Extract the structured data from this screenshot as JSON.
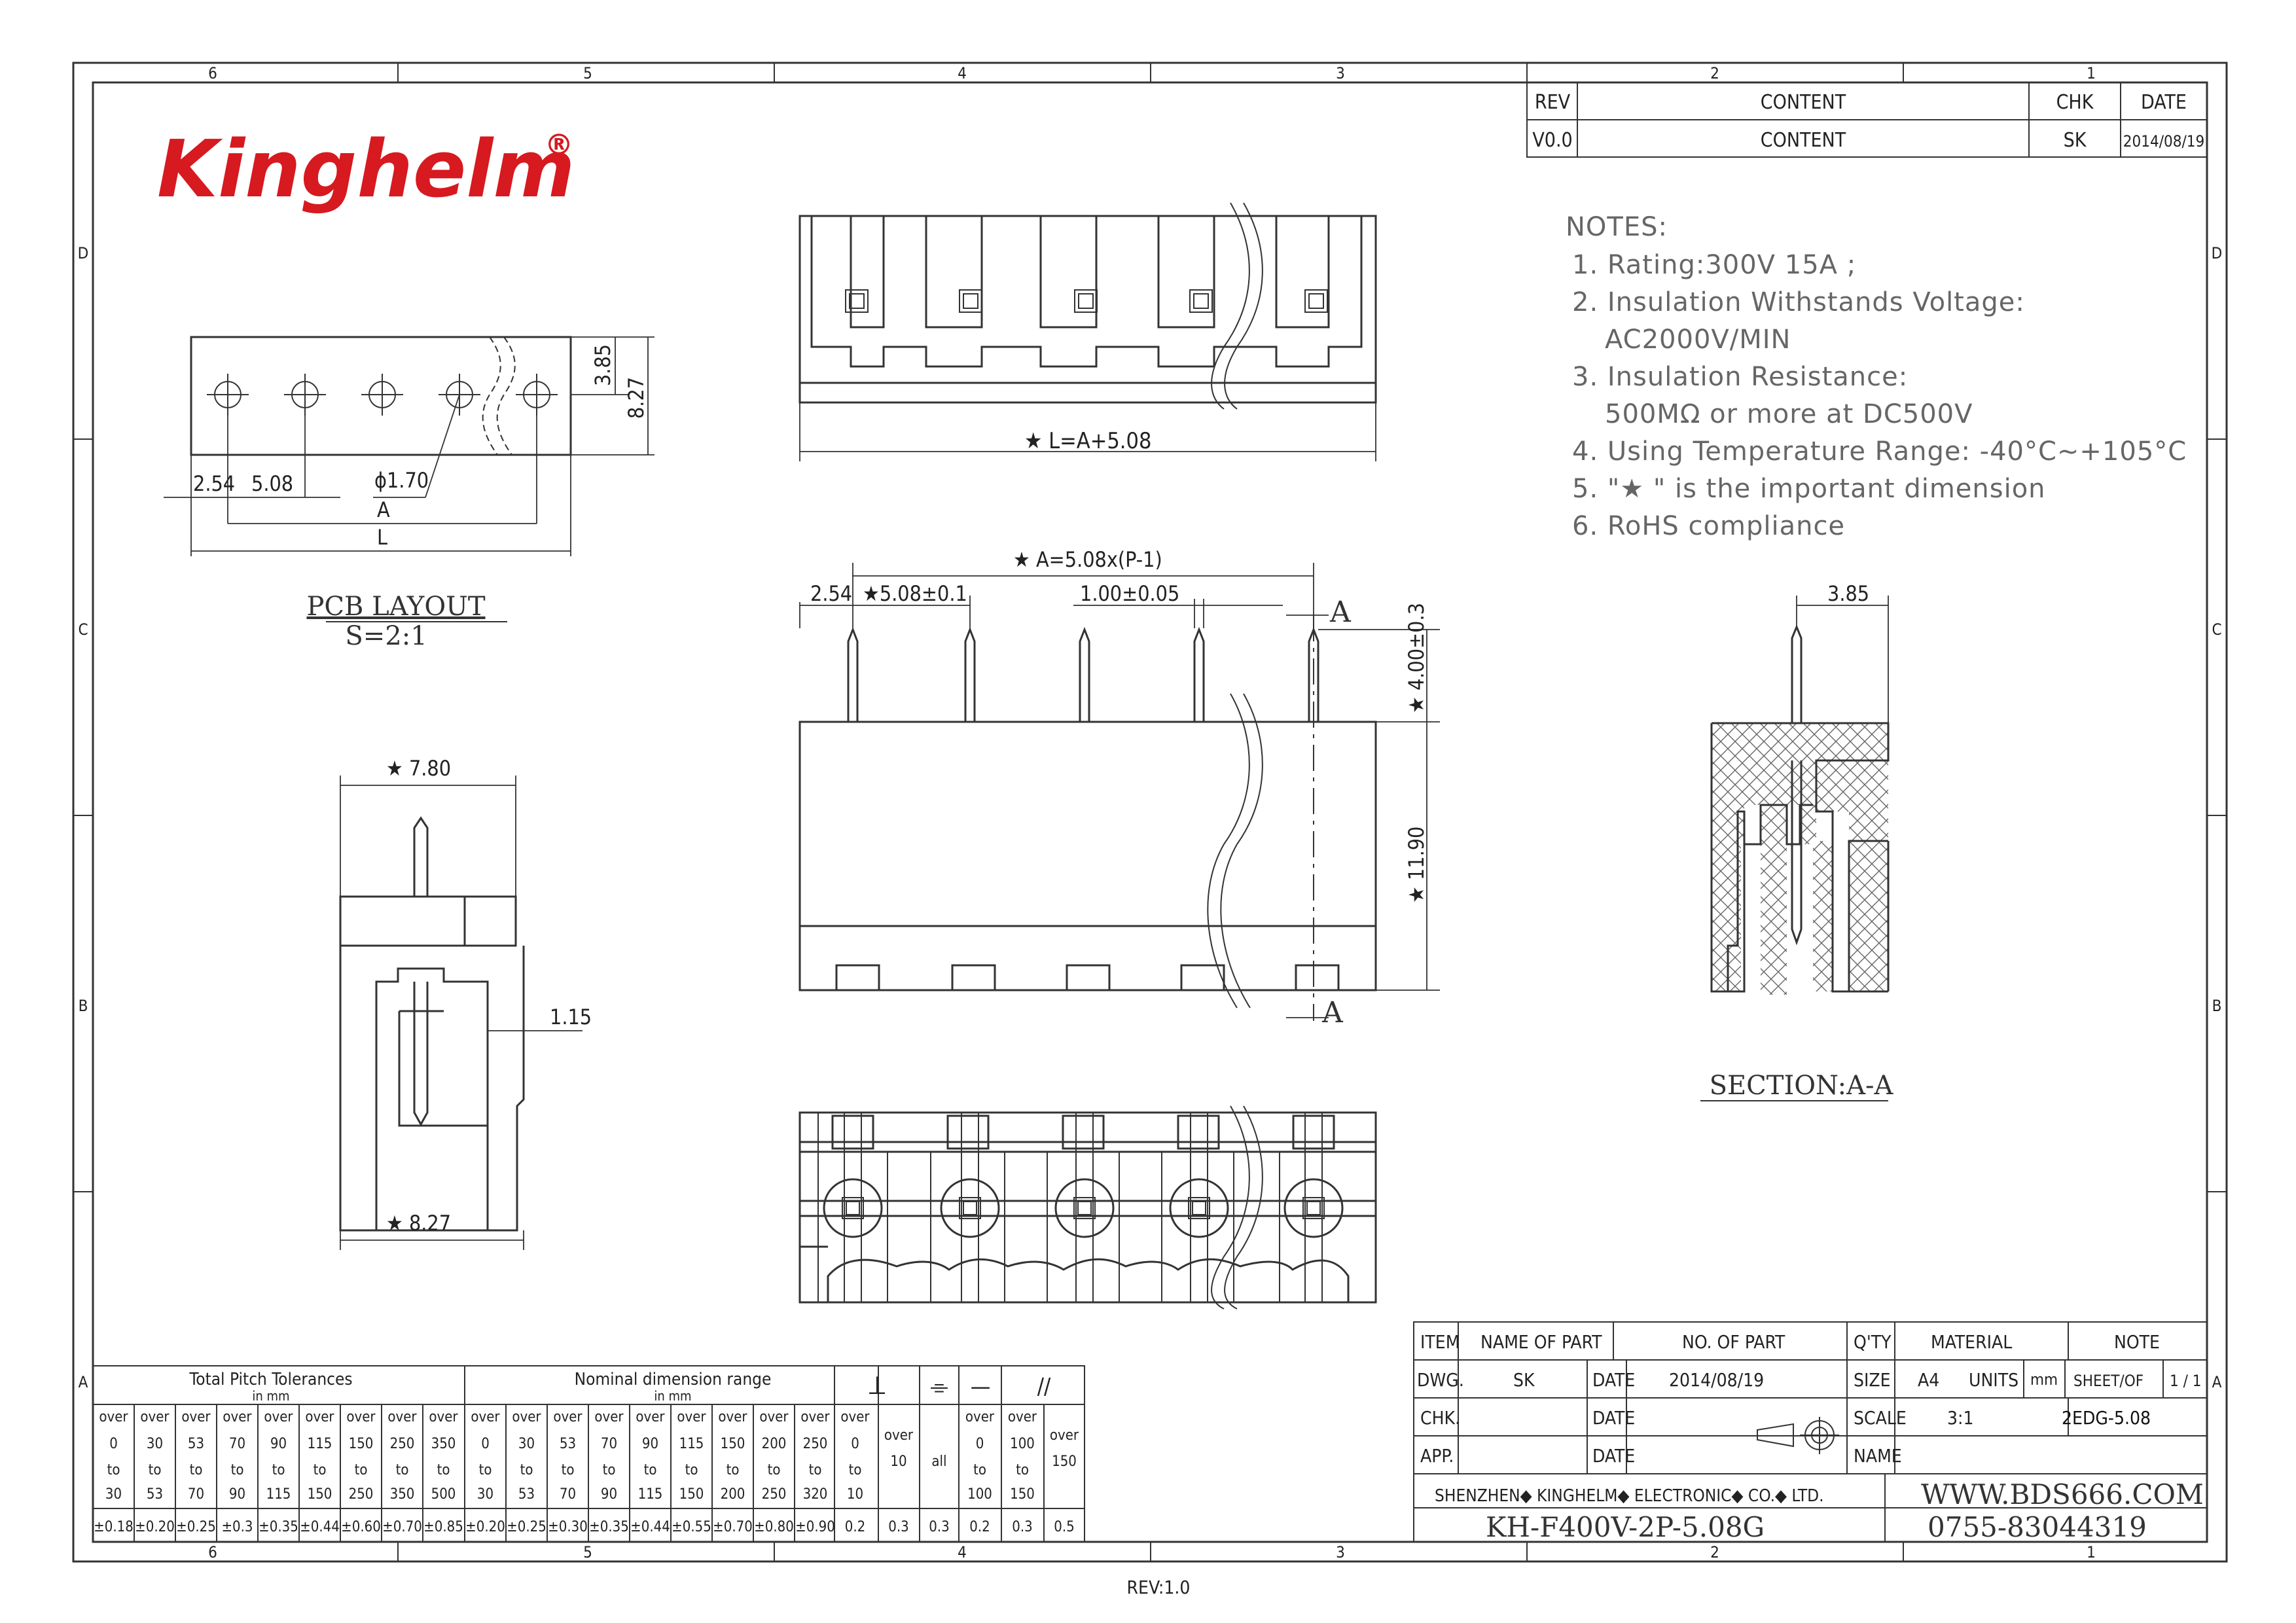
{
  "border_labels": {
    "columns": [
      "6",
      "5",
      "4",
      "3",
      "2",
      "1"
    ],
    "rows": [
      "D",
      "C",
      "B",
      "A"
    ],
    "footer": "REV:1.0"
  },
  "logo": {
    "text": "Kinghelm",
    "reg": "®",
    "color": "#d71920"
  },
  "rev_table": {
    "headers": [
      "REV",
      "CONTENT",
      "CHK",
      "DATE"
    ],
    "row": [
      "V0.0",
      "CONTENT",
      "SK",
      "2014/08/19"
    ]
  },
  "notes": {
    "title": "NOTES:",
    "items": [
      "1. Rating:300V 15A ;",
      "2. Insulation Withstands Voltage:",
      "AC2000V/MIN",
      "3. Insulation Resistance:",
      "500MΩ or more at DC500V",
      "4. Using Temperature Range:  -40°C~+105°C",
      "5. \"★ \" is the important dimension",
      "6. RoHS compliance"
    ]
  },
  "pcb": {
    "title": "PCB LAYOUT",
    "scale": "S=2:1",
    "d385": "3.85",
    "d827": "8.27",
    "d254": "2.54",
    "d508": "5.08",
    "hole": "ϕ1.70",
    "a": "A",
    "l": "L"
  },
  "top_view": {
    "dim": "★ L=A+5.08"
  },
  "front_view": {
    "dimA": "★ A=5.08x(P-1)",
    "d254": "2.54",
    "pitch": "★5.08±0.1",
    "pin": "1.00±0.05",
    "h4": "★ 4.00±0.3",
    "h1190": "★ 11.90",
    "section_mark": "A"
  },
  "side_view": {
    "w780": "★ 7.80",
    "w827": "★ 8.27",
    "d115": "1.15"
  },
  "section": {
    "title": "SECTION:A-A",
    "d385": "3.85"
  },
  "tol_table": {
    "title1": "Total Pitch Tolerances",
    "title2": "Nominal dimension range",
    "unit": "in mm",
    "sym_perp": "⊥",
    "sym_sym": "⌯",
    "sym_flat": "—",
    "sym_par": "//",
    "over": "over",
    "to": "to",
    "all": "all",
    "pitch_from": [
      "0",
      "30",
      "53",
      "70",
      "90",
      "115",
      "150",
      "250",
      "350"
    ],
    "pitch_to": [
      "30",
      "53",
      "70",
      "90",
      "115",
      "150",
      "250",
      "350",
      "500"
    ],
    "pitch_tol": [
      "±0.18",
      "±0.20",
      "±0.25",
      "±0.3",
      "±0.35",
      "±0.44",
      "±0.60",
      "±0.70",
      "±0.85"
    ],
    "nom_from": [
      "0",
      "30",
      "53",
      "70",
      "90",
      "115",
      "150",
      "200",
      "250"
    ],
    "nom_to": [
      "30",
      "53",
      "70",
      "90",
      "115",
      "150",
      "200",
      "250",
      "320"
    ],
    "nom_tol": [
      "±0.20",
      "±0.25",
      "±0.30",
      "±0.35",
      "±0.44",
      "±0.55",
      "±0.70",
      "±0.80",
      "±0.90"
    ],
    "perp_from": "0",
    "perp_to": "10",
    "perp_tol": "0.2",
    "perp2_from": "10",
    "perp2_tol": "0.3",
    "sym_all_tol": "0.3",
    "flat_from": [
      "0",
      "100"
    ],
    "flat_to": [
      "100",
      "150"
    ],
    "flat_tol": [
      "0.2",
      "0.3"
    ],
    "par_from": "150",
    "par_tol": "0.5"
  },
  "title_block": {
    "item": "ITEM",
    "name_of_part": "NAME  OF  PART",
    "no_of_part": "NO. OF  PART",
    "qty": "Q'TY",
    "material": "MATERIAL",
    "note": "NOTE",
    "dwg": "DWG.",
    "dwg_val": "SK",
    "date_l": "DATE",
    "date_val": "2014/08/19",
    "size": "SIZE",
    "size_val": "A4",
    "units": "UNITS",
    "units_val": "mm",
    "sheet": "SHEET/OF",
    "sheet_val": "1 / 1",
    "chk": "CHK.",
    "scale": "SCALE",
    "scale_val": "3:1",
    "part_no": "2EDG-5.08",
    "app": "APP.",
    "name": "NAME",
    "company": "SHENZHEN◆ KINGHELM◆ ELECTRONIC◆ CO.◆ LTD.",
    "website": "WWW.BDS666.COM",
    "model": "KH-F400V-2P-5.08G",
    "phone": "0755-83044319"
  }
}
